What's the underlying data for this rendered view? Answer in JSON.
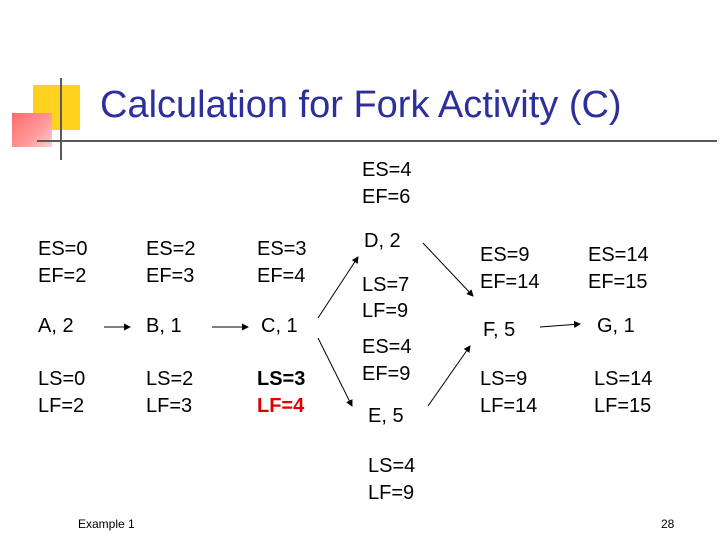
{
  "title": "Calculation for Fork Activity (C)",
  "nodes": {
    "A": {
      "label": "A, 2",
      "es": "ES=0",
      "ef": "EF=2",
      "ls": "LS=0",
      "lf": "LF=2"
    },
    "B": {
      "label": "B, 1",
      "es": "ES=2",
      "ef": "EF=3",
      "ls": "LS=2",
      "lf": "LF=3"
    },
    "C": {
      "label": "C, 1",
      "es": "ES=3",
      "ef": "EF=4",
      "ls": "LS=3",
      "lf": "LF=4"
    },
    "D": {
      "label": "D, 2",
      "es": "ES=4",
      "ef": "EF=6",
      "ls": "LS=7",
      "lf": "LF=9"
    },
    "E": {
      "label": "E, 5",
      "es": "ES=4",
      "ef": "EF=9",
      "ls": "LS=4",
      "lf": "LF=9"
    },
    "F": {
      "label": "F, 5",
      "es": "ES=9",
      "ef": "EF=14",
      "ls": "LS=9",
      "lf": "LF=14"
    },
    "G": {
      "label": "G, 1",
      "es": "ES=14",
      "ef": "EF=15",
      "ls": "LS=14",
      "lf": "LF=15"
    }
  },
  "edges": [
    [
      "A",
      "B"
    ],
    [
      "B",
      "C"
    ],
    [
      "C",
      "D"
    ],
    [
      "C",
      "E"
    ],
    [
      "D",
      "F"
    ],
    [
      "E",
      "F"
    ],
    [
      "F",
      "G"
    ]
  ],
  "colors": {
    "title": "#2d2f9a",
    "highlight": "#e00000",
    "accent_yellow": "#ffd21f",
    "accent_red": "#ff6b6b"
  },
  "footer": {
    "left": "Example 1",
    "page": "28"
  }
}
